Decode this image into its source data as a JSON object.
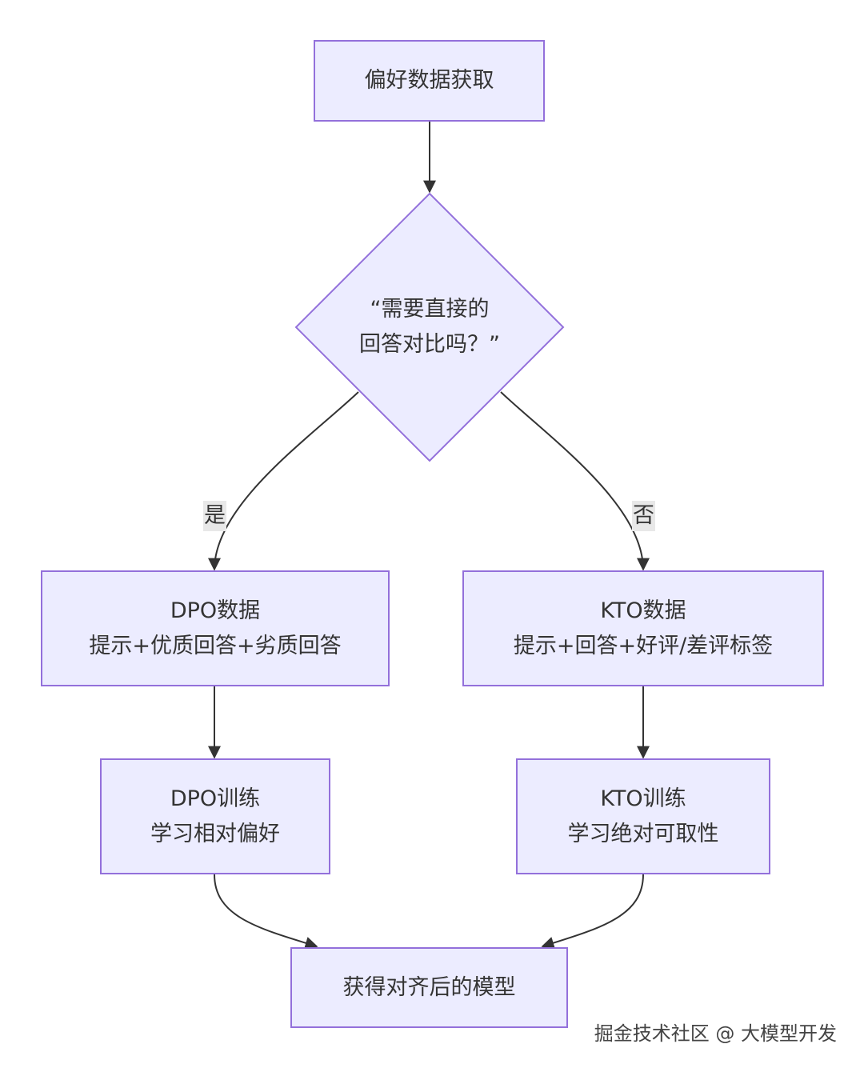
{
  "nodes": {
    "start": {
      "label": "偏好数据获取"
    },
    "decision": {
      "line1": "“需要直接的",
      "line2": "回答对比吗？”"
    },
    "dpo_data": {
      "line1": "DPO数据",
      "line2": "提示+优质回答+劣质回答"
    },
    "kto_data": {
      "line1": "KTO数据",
      "line2": "提示+回答+好评/差评标签"
    },
    "dpo_train": {
      "line1": "DPO训练",
      "line2": "学习相对偏好"
    },
    "kto_train": {
      "line1": "KTO训练",
      "line2": "学习绝对可取性"
    },
    "end": {
      "label": "获得对齐后的模型"
    }
  },
  "edges": {
    "yes_label": "是",
    "no_label": "否"
  },
  "watermark": "掘金技术社区 @ 大模型开发",
  "colors": {
    "node_fill": "#ECECFF",
    "node_border": "#9370DB",
    "edge": "#333333",
    "edge_label_bg": "#e8e8e8"
  }
}
